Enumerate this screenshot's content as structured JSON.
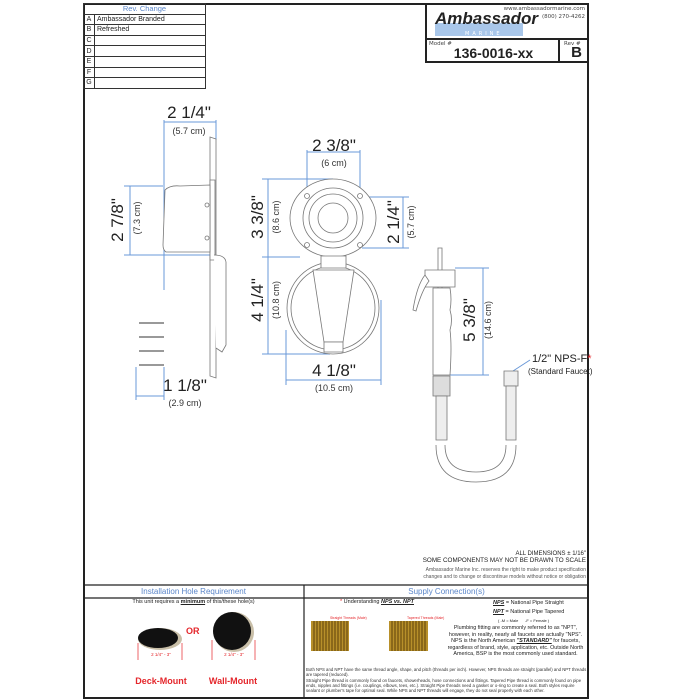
{
  "rev_table": {
    "header": "Rev. Change",
    "rows": [
      {
        "letter": "A",
        "change": "Ambassador Branded"
      },
      {
        "letter": "B",
        "change": "Refreshed"
      },
      {
        "letter": "C",
        "change": ""
      },
      {
        "letter": "D",
        "change": ""
      },
      {
        "letter": "E",
        "change": ""
      },
      {
        "letter": "F",
        "change": ""
      },
      {
        "letter": "G",
        "change": ""
      }
    ]
  },
  "title_block": {
    "brand": "Ambassador",
    "brand_sub": "MARINE",
    "website": "www.ambassadormarine.com",
    "phone": "(800) 270-4262",
    "model_label": "Model #",
    "model": "136-0016-xx",
    "rev_label": "Rev #",
    "rev": "B"
  },
  "dimensions": {
    "side_width": {
      "in": "2 1/4\"",
      "cm": "(5.7 cm)"
    },
    "side_height": {
      "in": "2 7/8\"",
      "cm": "(7.3 cm)"
    },
    "bracket": {
      "in": "1 1/8\"",
      "cm": "(2.9 cm)"
    },
    "hole_spacing": {
      "in": "2 3/8\"",
      "cm": "(6 cm)"
    },
    "top_height": {
      "in": "3 3/8\"",
      "cm": "(8.6 cm)"
    },
    "hole_vertical": {
      "in": "2 1/4\"",
      "cm": "(5.7 cm)"
    },
    "bottom_height": {
      "in": "4 1/4\"",
      "cm": "(10.8 cm)"
    },
    "bottom_width": {
      "in": "4 1/8\"",
      "cm": "(10.5 cm)"
    },
    "sprayer_length": {
      "in": "5 3/8\"",
      "cm": "(14.6 cm)"
    },
    "connection": {
      "label": "1/2\" NPS-F",
      "asterisk": "*",
      "sub": "(Standard Faucet)"
    }
  },
  "notes": {
    "tolerance": "ALL DIMENSIONS ± 1/16\"",
    "scale": "SOME COMPONENTS MAY NOT BE DRAWN TO SCALE",
    "disclaimer": "Ambassador Marine Inc. reserves the right to make product specification changes and to change or discontinue models without notice or obligation"
  },
  "installation": {
    "header": "Installation Hole Requirement",
    "intro_pre": "This unit requires a ",
    "intro_em": "minimum",
    "intro_post": " of this/these hole(s)",
    "or": "OR",
    "deck": {
      "size": "2 1/4\" - 3\"",
      "label": "Deck-Mount"
    },
    "wall": {
      "size": "2 1/4\" - 3\"",
      "label": "Wall-Mount"
    }
  },
  "supply": {
    "header": "Supply Connection(s)",
    "understanding_pre": "Understanding ",
    "understanding_em": "NPS vs. NPT",
    "straight_label": "Straight Threads (Male)",
    "tapered_label": "Tapered Threads (Male)",
    "nps": "NPS",
    "nps_def": " = National Pipe Straight",
    "npt": "NPT",
    "npt_def": " = National Pipe Tapered",
    "mf": "( -M = Male      -F = Female )",
    "para_1": "Plumbing fitting are commonly referred to as \"NPT\", however, in reality, nearly all faucets are actually \"NPS\". NPS is the North American",
    "para_em": "\"STANDARD\"",
    "para_2": "for faucets, regardless of brand, style, application, etc.  Outside North America, BSP is the most commonly used standard.",
    "fine_1": "Both NPS and NPT have the same thread angle, shape, and pitch (threads per inch).  However, NPS threads are straight (parallel) and NPT threads are tapered (reduced).",
    "fine_2": "Straight Pipe thread is commonly found on faucets, showerheads, hose connections and fittings.  Tapered Pipe thread is commonly found on pipe ends, nipples and fittings (i.e. couplings, elbows, tees, etc.).  Straight Pipe threads need a gasket or o-ring to create a seal.  Both styles require sealant or plumber's tape for optimal seal.  While NPS and NPT threads will engage, they do not seal properly with each other."
  },
  "colors": {
    "dimension_line": "#6a98d8",
    "header_blue": "#5b86c9",
    "red": "#e4262b",
    "brass": "#b8902a"
  }
}
